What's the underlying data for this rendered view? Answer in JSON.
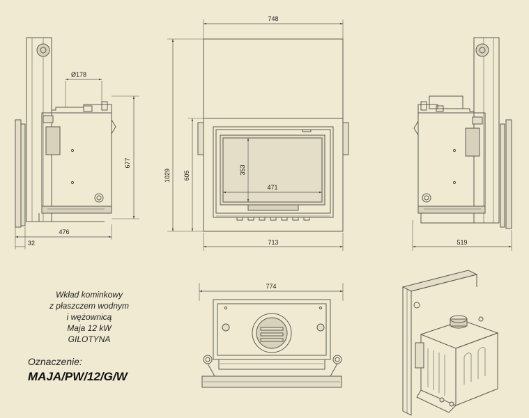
{
  "dimensions": {
    "top_width": "748",
    "front_height": "1029",
    "door_height": "605",
    "glass_height": "353",
    "glass_width": "471",
    "front_width": "713",
    "side_height": "677",
    "flue_diameter": "Ø178",
    "side_depth": "476",
    "side_offset": "32",
    "right_depth": "519",
    "plan_width": "774"
  },
  "caption": {
    "line1": "Wkład kominkowy",
    "line2": "z płaszczem wodnym",
    "line3": "i wężownicą",
    "line4": "Maja 12 kW",
    "line5": "GILOTYNA",
    "designation_label": "Oznaczenie:",
    "designation_code": "MAJA/PW/12/G/W"
  }
}
